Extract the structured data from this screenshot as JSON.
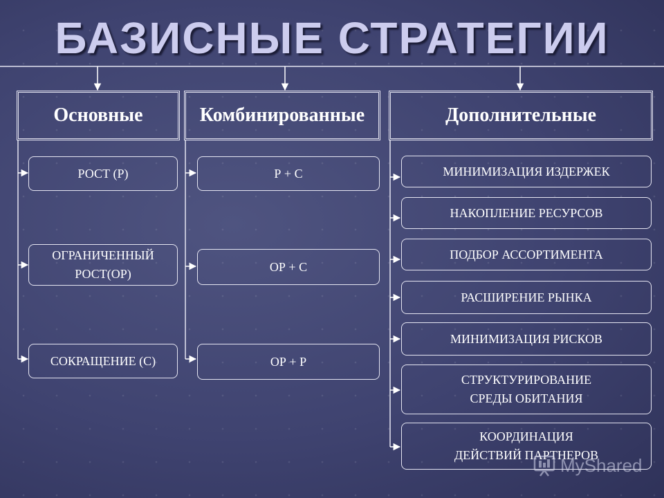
{
  "title": "БАЗИСНЫЕ СТРАТЕГИИ",
  "columns": [
    {
      "header": "Основные",
      "items": [
        "РОСТ (Р)",
        "ОГРАНИЧЕННЫЙ\nРОСТ(ОР)",
        "СОКРАЩЕНИЕ (С)"
      ]
    },
    {
      "header": "Комбинированные",
      "items": [
        "Р + С",
        "ОР + С",
        "ОР + Р"
      ]
    },
    {
      "header": "Дополнительные",
      "items": [
        "МИНИМИЗАЦИЯ ИЗДЕРЖЕК",
        "НАКОПЛЕНИЕ РЕСУРСОВ",
        "ПОДБОР АССОРТИМЕНТА",
        "РАСШИРЕНИЕ РЫНКА",
        "МИНИМИЗАЦИЯ РИСКОВ",
        "СТРУКТУРИРОВАНИЕ\nСРЕДЫ ОБИТАНИЯ",
        "КООРДИНАЦИЯ\nДЕЙСТВИЙ ПАРТНЕРОВ"
      ]
    }
  ],
  "watermark": "MyShared"
}
